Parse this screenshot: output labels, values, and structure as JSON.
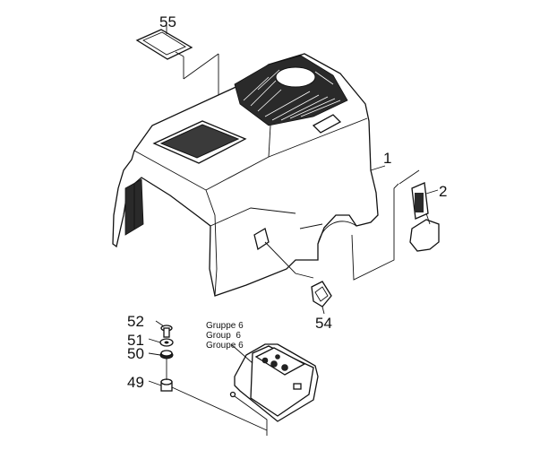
{
  "diagram": {
    "callouts": [
      {
        "id": "p55",
        "label": "55"
      },
      {
        "id": "p1",
        "label": "1"
      },
      {
        "id": "p2",
        "label": "2"
      },
      {
        "id": "p54",
        "label": "54"
      },
      {
        "id": "p52",
        "label": "52"
      },
      {
        "id": "p51",
        "label": "51"
      },
      {
        "id": "p50",
        "label": "50"
      },
      {
        "id": "p49",
        "label": "49"
      }
    ],
    "group_labels": [
      "Gruppe 6",
      "Group  6",
      "Groupe 6"
    ]
  }
}
